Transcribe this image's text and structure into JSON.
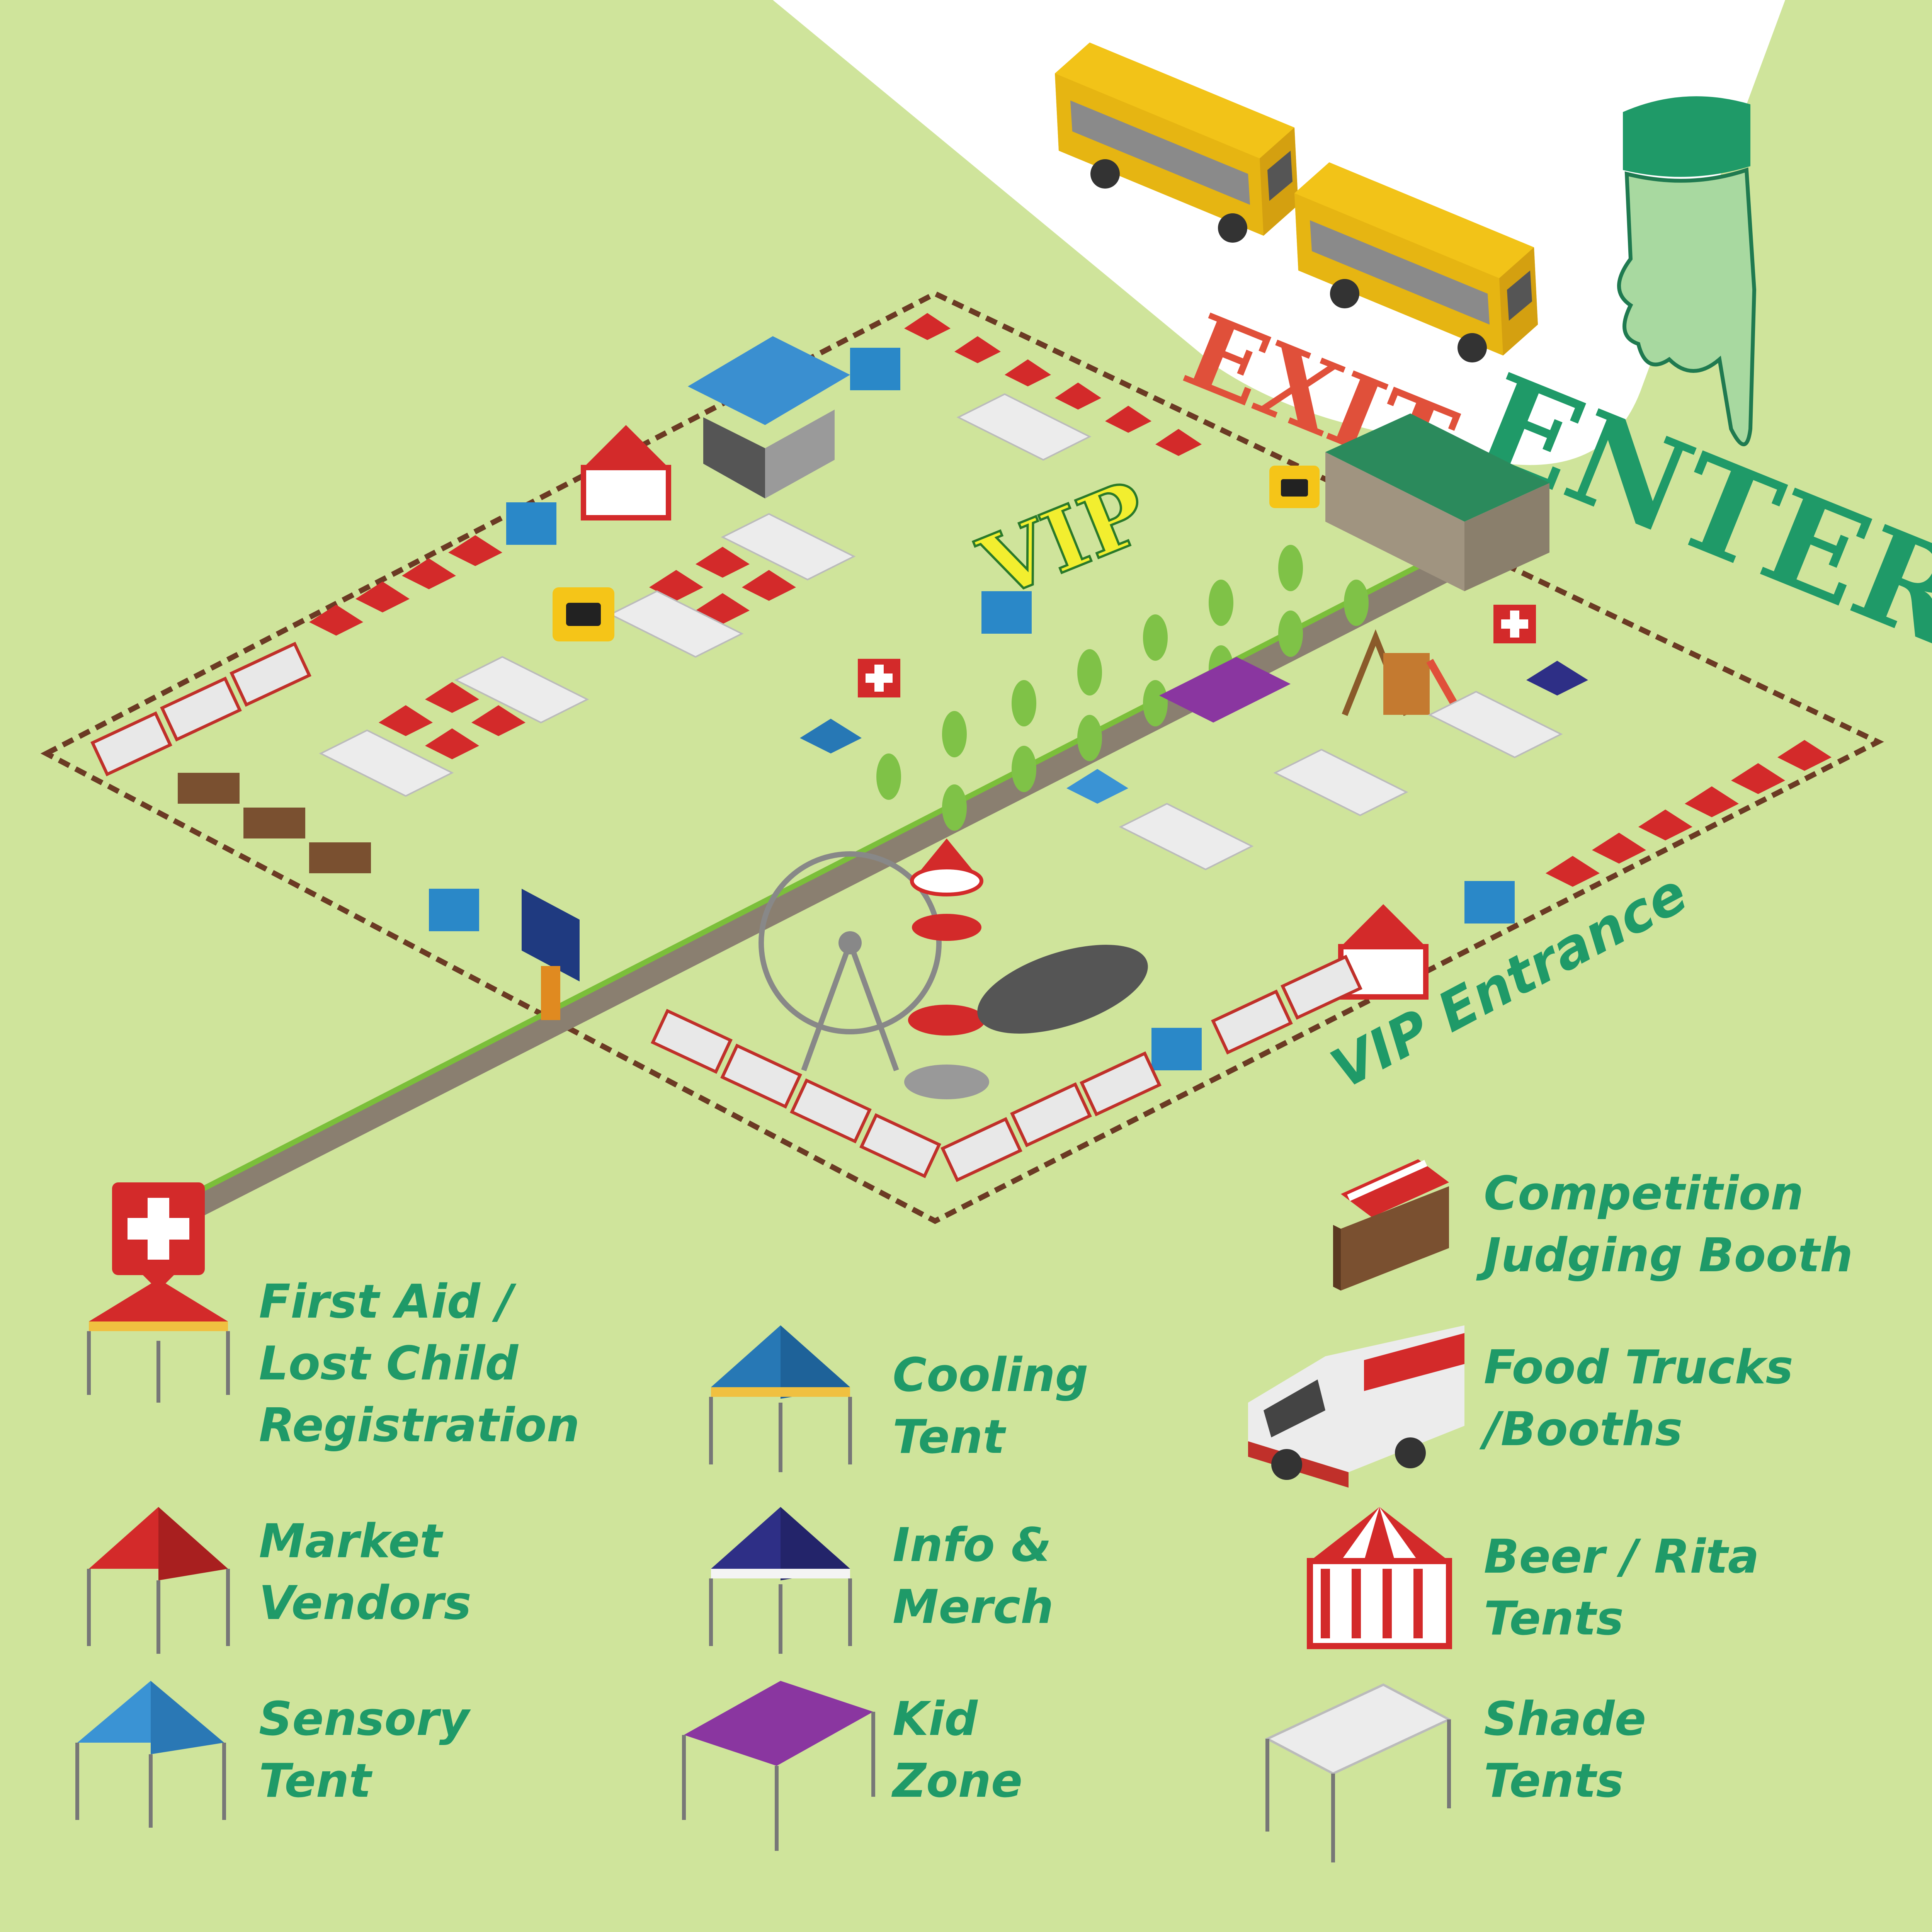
{
  "colors": {
    "grass": "#cfe49b",
    "road": "#ffffff",
    "path": "#8a7f70",
    "fence": "#6b3a24",
    "label_green": "#1f9a68",
    "exit_red": "#e0503a",
    "enter_green": "#1f9a68",
    "vip_yellow": "#f2ee2f",
    "market_red": "#d32a2a",
    "shade_white": "#ececec",
    "cooling_blue": "#2778b5",
    "info_navy": "#2e2f86",
    "kid_purple": "#8a36a0",
    "sensory_blue": "#3a93d4"
  },
  "signs": {
    "exit": "EXIT",
    "enter": "ENTER",
    "vip": "VIP",
    "vip_entrance": "VIP Entrance"
  },
  "icons": [
    "bus-icon",
    "pointing-hand-icon",
    "restroom-icon",
    "camera-icon",
    "first-aid-icon",
    "stage-icon",
    "ferris-wheel-icon",
    "carousel-icon",
    "tree-icon",
    "barn-icon",
    "playground-icon",
    "screen-icon"
  ],
  "legend": [
    {
      "id": "first-aid",
      "line1": "First Aid /",
      "line2": "Lost Child",
      "line3": "Registration"
    },
    {
      "id": "cooling",
      "line1": "Cooling",
      "line2": "Tent"
    },
    {
      "id": "judging",
      "line1": "Competition",
      "line2": "Judging Booth"
    },
    {
      "id": "food",
      "line1": "Food Trucks",
      "line2": "/Booths"
    },
    {
      "id": "market",
      "line1": "Market",
      "line2": "Vendors"
    },
    {
      "id": "info",
      "line1": "Info &",
      "line2": "Merch"
    },
    {
      "id": "beer",
      "line1": "Beer / Rita",
      "line2": "Tents"
    },
    {
      "id": "sensory",
      "line1": "Sensory",
      "line2": "Tent"
    },
    {
      "id": "kid",
      "line1": "Kid",
      "line2": "Zone"
    },
    {
      "id": "shade",
      "line1": "Shade",
      "line2": "Tents"
    }
  ]
}
